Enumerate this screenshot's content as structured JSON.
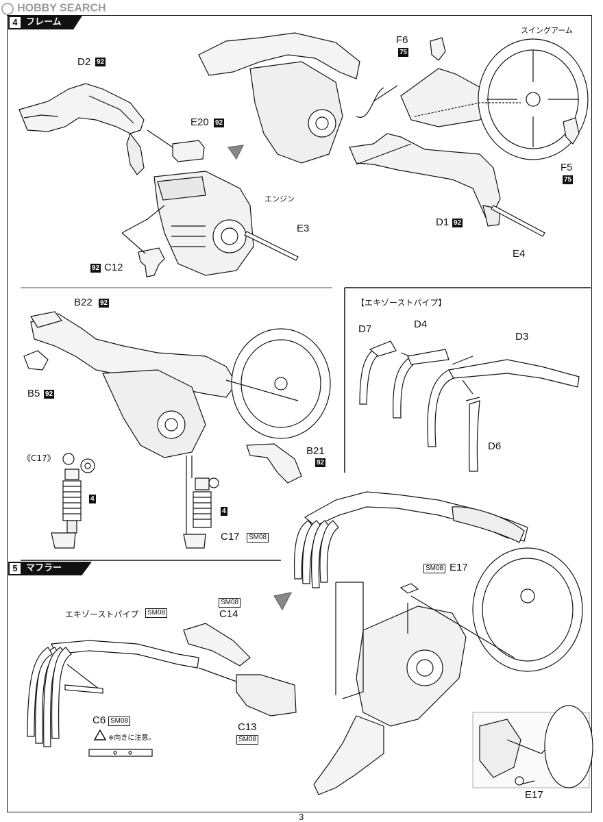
{
  "watermark": "HOBBY SEARCH",
  "page_number": "3",
  "step4": {
    "num": "4",
    "title": "フレーム",
    "labels": {
      "d2": "D2",
      "d2_pn": "92",
      "e20": "E20",
      "e20_pn": "92",
      "engine": "エンジン",
      "e3": "E3",
      "c12": "C12",
      "c12_pn": "92",
      "f6": "F6",
      "f6_pn": "75",
      "swingarm": "スイングアーム",
      "f5": "F5",
      "f5_pn": "75",
      "d1": "D1",
      "d1_pn": "92",
      "e4": "E4",
      "b22": "B22",
      "b22_pn": "92",
      "b5": "B5",
      "b5_pn": "92",
      "b21": "B21",
      "b21_pn": "92",
      "c17_bracket": "《C17》",
      "shock_num_a": "4",
      "shock_num_b": "4",
      "c17": "C17",
      "c17_sm": "SM08"
    },
    "exhaust_title": "【エキゾーストパイプ】",
    "exhaust_labels": {
      "d7": "D7",
      "d4": "D4",
      "d3": "D3",
      "d6": "D6"
    }
  },
  "step5": {
    "num": "5",
    "title": "マフラー",
    "labels": {
      "exhaust_pipe": "エキゾーストパイプ",
      "exhaust_pipe_sm": "SM08",
      "c14_sm": "SM08",
      "c14": "C14",
      "c6": "C6",
      "c6_sm": "SM08",
      "note": "※向きに注意。",
      "c13": "C13",
      "c13_sm": "SM08",
      "e17_sm": "SM08",
      "e17": "E17",
      "e17_detail": "E17"
    }
  }
}
